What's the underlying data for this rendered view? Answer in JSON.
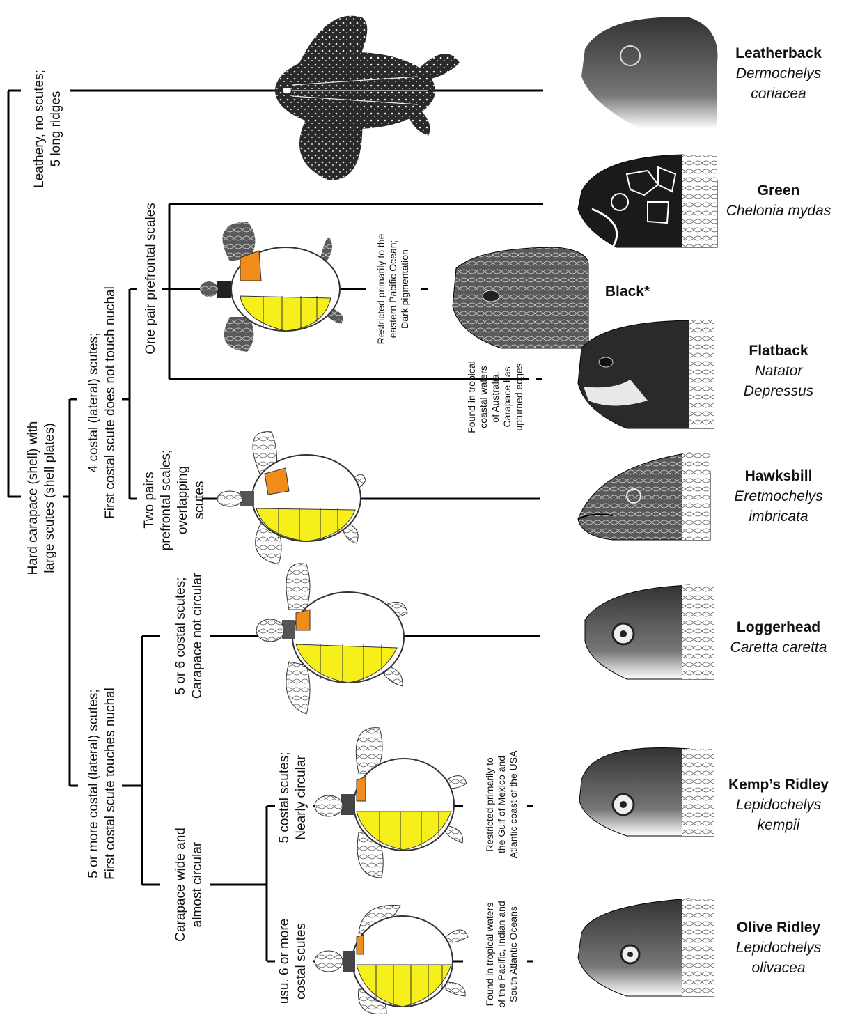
{
  "branches": {
    "leathery": [
      "Leathery, no scutes;",
      "5 long ridges"
    ],
    "hard": [
      "Hard carapace (shell) with",
      "large scutes (shell plates)"
    ],
    "four_costal": [
      "4 costal (lateral) scutes;",
      "First costal scute does not touch nuchal"
    ],
    "five_costal": [
      "5 or more costal (lateral) scutes;",
      "First costal scute touches nuchal"
    ],
    "one_pair": [
      "One pair prefrontal scales"
    ],
    "two_pairs": [
      "Two pairs",
      "prefrontal scales;",
      "overlapping",
      "scutes"
    ],
    "not_circular": [
      "5 or 6 costal scutes;",
      "Carapace not circular"
    ],
    "circular": [
      "Carapace wide and",
      "almost circular"
    ],
    "nearly_circular": [
      "5 costal scutes;",
      "Nearly circular"
    ],
    "six_costal": [
      "usu. 6 or more",
      "costal scutes"
    ]
  },
  "notes": {
    "black": [
      "Restricted primarily to the",
      "eastern Pacific Ocean;",
      "Dark pigmentation"
    ],
    "flatback": [
      "Found in tropical",
      "coastal waters",
      "of Australia;",
      "Carapace has",
      "upturned edges"
    ],
    "kemps": [
      "Restricted primarily to",
      "the Gulf of Mexico and",
      "Atlantic coast of the USA"
    ],
    "olive": [
      "Found in tropical waters",
      "of the Pacific, Indian and",
      "South Atlantic Oceans"
    ]
  },
  "species": {
    "leatherback": {
      "common": "Leatherback",
      "sci1": "Dermochelys",
      "sci2": "coriacea"
    },
    "green": {
      "common": "Green",
      "sci1": "Chelonia mydas"
    },
    "black": {
      "common": "Black*"
    },
    "flatback": {
      "common": "Flatback",
      "sci1": "Natator",
      "sci2": "Depressus"
    },
    "hawksbill": {
      "common": "Hawksbill",
      "sci1": "Eretmochelys",
      "sci2": "imbricata"
    },
    "loggerhead": {
      "common": "Loggerhead",
      "sci1": "Caretta caretta"
    },
    "kemps": {
      "common": "Kemp’s Ridley",
      "sci1": "Lepidochelys",
      "sci2": "kempii"
    },
    "olive": {
      "common": "Olive Ridley",
      "sci1": "Lepidochelys",
      "sci2": "olivacea"
    }
  },
  "colors": {
    "line": "#000000",
    "costal_highlight": "#f08c1a",
    "marginal_highlight": "#f7ef1a",
    "nuchal": "#555555",
    "skin_dark": "#2a2a2a"
  },
  "icons": [
    "leatherback-turtle-illustration",
    "turtle-head-illustration",
    "turtle-top-view-illustration"
  ]
}
